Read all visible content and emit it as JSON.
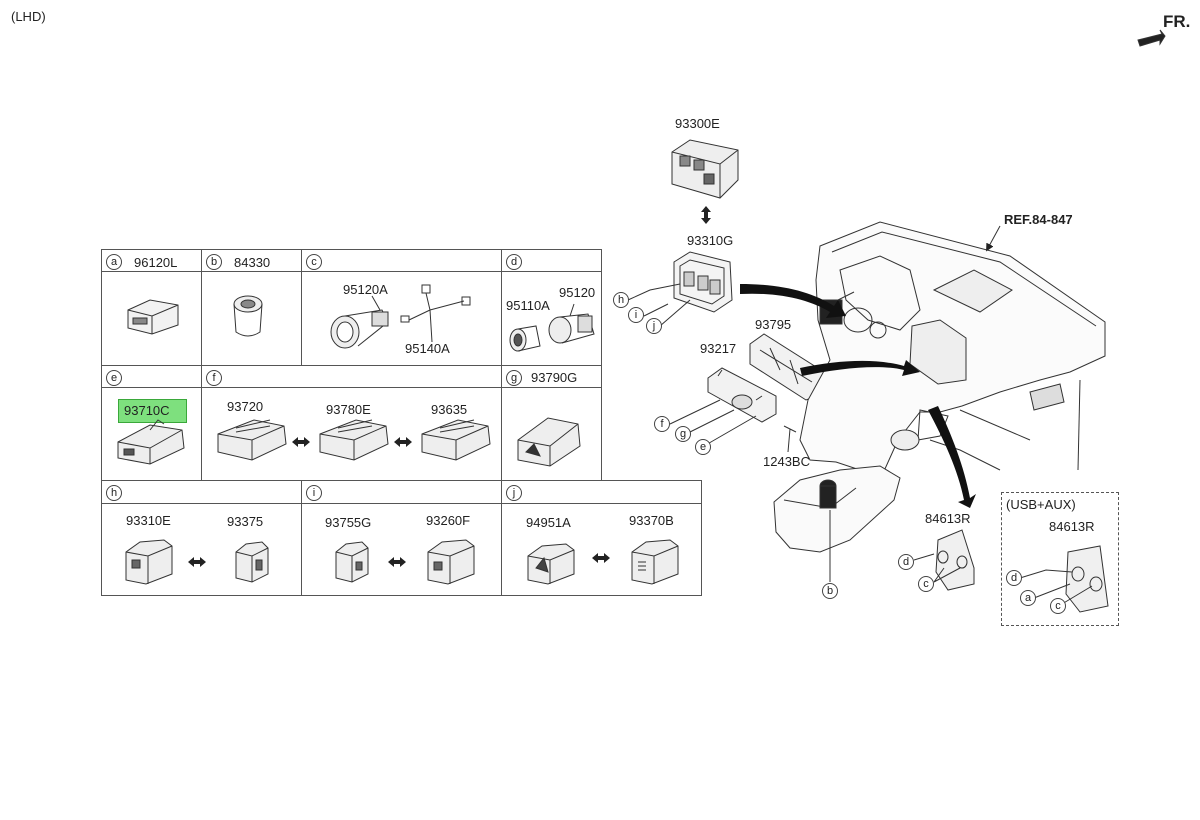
{
  "header": {
    "variant": "(LHD)",
    "direction": "FR."
  },
  "colors": {
    "highlight": "#7ee07e",
    "line": "#555555"
  },
  "table": {
    "cells": [
      {
        "letter": "a",
        "part": "96120L"
      },
      {
        "letter": "b",
        "part": "84330"
      },
      {
        "letter": "c",
        "parts": [
          "95120A",
          "95140A"
        ]
      },
      {
        "letter": "d",
        "parts": [
          "95110A",
          "95120"
        ]
      },
      {
        "letter": "e",
        "part": "93710C"
      },
      {
        "letter": "f",
        "parts": [
          "93720",
          "93780E",
          "93635"
        ]
      },
      {
        "letter": "g",
        "part": "93790G"
      },
      {
        "letter": "h",
        "parts": [
          "93310E",
          "93375"
        ]
      },
      {
        "letter": "i",
        "parts": [
          "93755G",
          "93260F"
        ]
      },
      {
        "letter": "j",
        "parts": [
          "94951A",
          "93370B"
        ]
      }
    ]
  },
  "diagram": {
    "ref_label": "REF.84-847",
    "labels": {
      "p93300E": "93300E",
      "p93310G": "93310G",
      "p93795": "93795",
      "p93217": "93217",
      "p1243BC": "1243BC",
      "p84613R": "84613R",
      "usb_title": "(USB+AUX)",
      "usb_part": "84613R"
    },
    "callouts": {
      "h": "h",
      "i": "i",
      "j": "j",
      "f": "f",
      "g": "g",
      "e": "e",
      "b": "b",
      "d1": "d",
      "c1": "c",
      "d2": "d",
      "a2": "a",
      "c2": "c"
    }
  }
}
